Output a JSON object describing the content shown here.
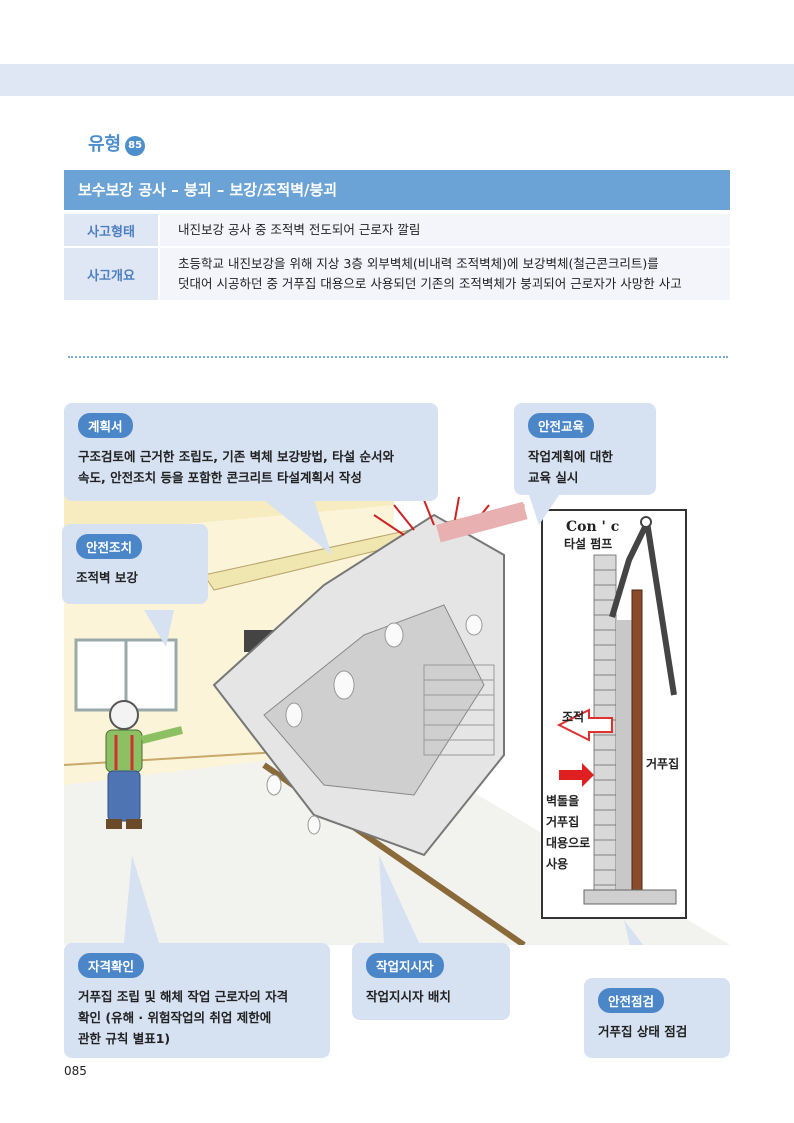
{
  "header": {
    "type_label": "유형",
    "type_number": "85"
  },
  "title": "보수보강 공사 – 붕괴 – 보강/조적벽/붕괴",
  "info": {
    "type_label": "사고형태",
    "type_value": "내진보강 공사 중 조적벽 전도되어 근로자 깔림",
    "overview_label": "사고개요",
    "overview_line1": "초등학교 내진보강을 위해 지상 3층 외부벽체(비내력 조적벽체)에 보강벽체(철근콘크리트)를",
    "overview_line2": "덧대어 시공하던 중 거푸집 대용으로 사용되던 기존의 조적벽체가 붕괴되어 근로자가 사망한 사고"
  },
  "callouts": {
    "plan": {
      "tag": "계획서",
      "text": "구조검토에 근거한 조립도, 기존 벽체 보강방법, 타설 순서와\n속도, 안전조치 등을 포함한 콘크리트 타설계획서 작성"
    },
    "education": {
      "tag": "안전교육",
      "text": "작업계획에 대한\n교육 실시"
    },
    "safety": {
      "tag": "안전조치",
      "text": "조적벽 보강"
    },
    "qualification": {
      "tag": "자격확인",
      "text": "거푸집 조립 및 해체 작업 근로자의 자격\n확인 (유해 · 위험작업의 취업 제한에\n관한 규칙 별표1)"
    },
    "supervisor": {
      "tag": "작업지시자",
      "text": "작업지시자 배치"
    },
    "inspection": {
      "tag": "안전점검",
      "text": "거푸집 상태 점검"
    }
  },
  "diagram": {
    "pump_label_1": "Con ' c",
    "pump_label_2": "타설 펌프",
    "masonry_label": "조적",
    "formwork_label": "거푸집",
    "brick_label": [
      "벽돌을",
      "거푸집",
      "대용으로",
      "사용"
    ]
  },
  "page_number": "085",
  "colors": {
    "accent": "#4a86c8",
    "title_bar": "#6ba3d6",
    "bubble": "#d6e1f2"
  }
}
